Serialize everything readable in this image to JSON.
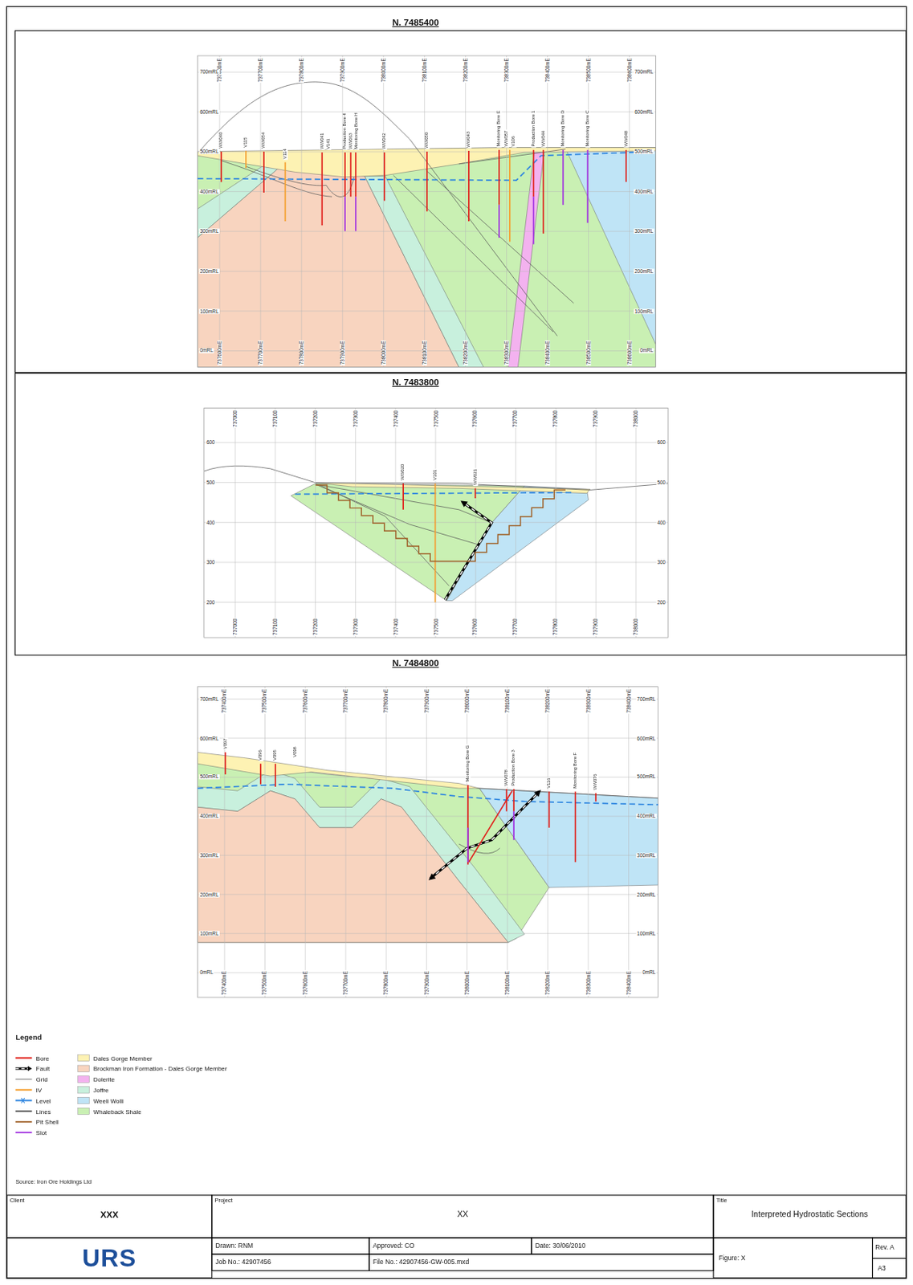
{
  "diagram": {
    "title": "Interpreted Hydrostatic Sections",
    "nodes": [
      {
        "text": [
          "N. 7485400"
        ]
      },
      {
        "text": [
          "N. 7483800"
        ]
      },
      {
        "text": [
          "N. 7484800"
        ]
      },
      {
        "text": [
          "Client",
          "XXX"
        ]
      },
      {
        "text": [
          "Project",
          "XX"
        ]
      },
      {
        "text": [
          "Title",
          "Interpreted Hydrostatic Sections"
        ]
      },
      {
        "text": [
          "URS"
        ]
      },
      {
        "text": [
          "Drawn: RNM"
        ]
      },
      {
        "text": [
          "Approved: CO"
        ]
      },
      {
        "text": [
          "Date: 30/06/2010"
        ]
      },
      {
        "text": [
          "Job No.: 42907456"
        ]
      },
      {
        "text": [
          "File No.: 42907456-GW-005.mxd"
        ]
      },
      {
        "text": [
          "Figure: X"
        ]
      },
      {
        "text": [
          "Rev. A"
        ]
      },
      {
        "text": [
          "A3"
        ]
      }
    ],
    "labels": [
      "737600mE",
      "737700mE",
      "737800mE",
      "737900mE",
      "738000mE",
      "738100mE",
      "738200mE",
      "738300mE",
      "738400mE",
      "738500mE",
      "738600mE",
      "737600mE",
      "737700mE",
      "737800mE",
      "737900mE",
      "738000mE",
      "738100mE",
      "738200mE",
      "738300mE",
      "738400mE",
      "738500mE",
      "738600mE",
      "700mRL",
      "600mRL",
      "500mRL",
      "400mRL",
      "300mRL",
      "200mRL",
      "100mRL",
      "0mRL",
      "700mRL",
      "600mRL",
      "500mRL",
      "400mRL",
      "300mRL",
      "200mRL",
      "100mRL",
      "0mRL",
      "WW040",
      "V115",
      "WW054",
      "V114",
      "WW041",
      "V141",
      "Production Bore 4",
      "WW063",
      "Monitoring Bore H",
      "WW042",
      "WW050",
      "WW043",
      "Monitoring Bore E",
      "WW057",
      "V106",
      "Production Bore 1",
      "WW044",
      "Monitoring Bore D",
      "Monitoring Bore C",
      "WW048",
      "737000",
      "737100",
      "737200",
      "737300",
      "737400",
      "737500",
      "737600",
      "737700",
      "737800",
      "737900",
      "738000",
      "737000",
      "737100",
      "737200",
      "737300",
      "737400",
      "737500",
      "737600",
      "737700",
      "737800",
      "737900",
      "738000",
      "600",
      "500",
      "400",
      "300",
      "200",
      "600",
      "500",
      "400",
      "300",
      "200",
      "WW020",
      "V101",
      "WW021",
      "737400mE",
      "737500mE",
      "737600mE",
      "737700mE",
      "737800mE",
      "737900mE",
      "738000mE",
      "738100mE",
      "738200mE",
      "738300mE",
      "738400mE",
      "737400mE",
      "737500mE",
      "737600mE",
      "737700mE",
      "737800mE",
      "737900mE",
      "738000mE",
      "738100mE",
      "738200mE",
      "738300mE",
      "738400mE",
      "700mRL",
      "600mRL",
      "500mRL",
      "400mRL",
      "300mRL",
      "200mRL",
      "100mRL",
      "0mRL",
      "700mRL",
      "600mRL",
      "500mRL",
      "400mRL",
      "300mRL",
      "200mRL",
      "100mRL",
      "0mRL",
      "V097",
      "V096",
      "V095",
      "V098",
      "Monitoring Bore G",
      "WW078",
      "Production Bore 3",
      "V116",
      "Monitoring Bore F",
      "WW076",
      "Legend",
      "Source: Iron Ore Holdings Ltd"
    ],
    "legend": [
      {
        "text": "Bore"
      },
      {
        "text": "Dales Gorge Member",
        "color": "#fdf2b3"
      },
      {
        "text": "Fault"
      },
      {
        "text": "Brockman Iron Formation - Dales Gorge Member",
        "color": "#f8d4bf"
      },
      {
        "text": "Grid"
      },
      {
        "text": "Dolerite",
        "color": "#f3b2ef"
      },
      {
        "text": "IV"
      },
      {
        "text": "Joffre",
        "color": "#c8f0dd"
      },
      {
        "text": "Level"
      },
      {
        "text": "Weeli Wolli",
        "color": "#bfe4f6"
      },
      {
        "text": "Lines"
      },
      {
        "text": "Whaleback Shale",
        "color": "#c9f0b3"
      },
      {
        "text": "Pit Shell"
      },
      {
        "text": "Slot"
      }
    ]
  }
}
